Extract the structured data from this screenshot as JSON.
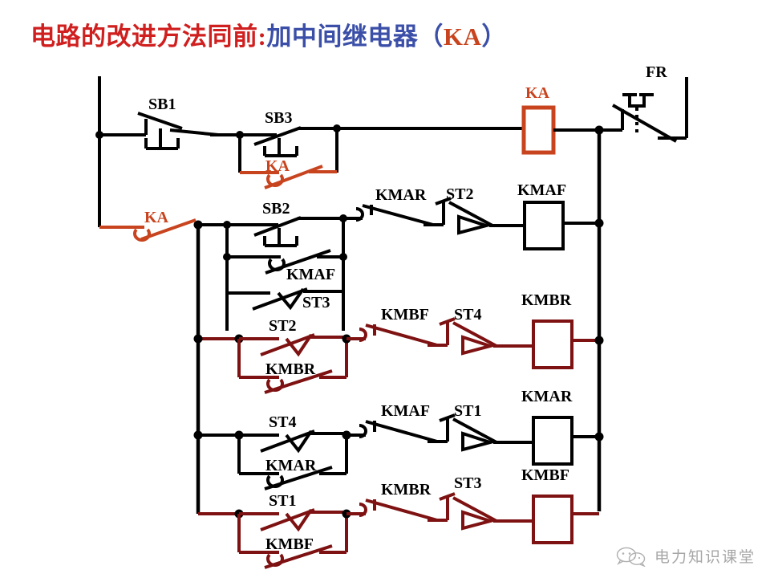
{
  "title": {
    "part1": "电路的改进方法同前:",
    "part2": "加中间继电器（",
    "part3": "KA",
    "part4": "）",
    "color1": "#d01f1f",
    "color2": "#3b4fa8",
    "color3": "#c8441f"
  },
  "colors": {
    "black": "#000000",
    "orange": "#c8441f",
    "darkred": "#7e1111",
    "title_red": "#d01f1f",
    "title_blue": "#3b4fa8"
  },
  "rungs": [
    {
      "id": "rung-1",
      "color": "#000000",
      "elements": [
        {
          "name": "sb1-nc-pushbutton",
          "label": "SB1",
          "type": "nc-pushbutton"
        },
        {
          "name": "sb3-no-pushbutton",
          "label": "SB3",
          "type": "no-pushbutton"
        },
        {
          "name": "ka-no-contact-seal",
          "label": "KA",
          "type": "no-contact",
          "color": "#c8441f"
        },
        {
          "name": "ka-coil",
          "label": "KA",
          "type": "coil",
          "color": "#c8441f"
        },
        {
          "name": "fr-thermal-overload",
          "label": "FR",
          "type": "thermal-overload-nc"
        }
      ]
    },
    {
      "id": "rung-2",
      "color": "#000000",
      "elements": [
        {
          "name": "ka-no-contact-branch",
          "label": "KA",
          "type": "no-contact",
          "color": "#c8441f"
        },
        {
          "name": "sb2-no-pushbutton",
          "label": "SB2",
          "type": "no-pushbutton"
        },
        {
          "name": "kmaf-no-contact-seal",
          "label": "KMAF",
          "type": "no-contact"
        },
        {
          "name": "st3-no-limit-switch",
          "label": "ST3",
          "type": "no-limit-switch"
        },
        {
          "name": "kmar-nc-contact",
          "label": "KMAR",
          "type": "nc-contact"
        },
        {
          "name": "st2-nc-limit-switch",
          "label": "ST2",
          "type": "nc-limit-switch"
        },
        {
          "name": "kmaf-coil",
          "label": "KMAF",
          "type": "coil"
        }
      ]
    },
    {
      "id": "rung-3",
      "color": "#7e1111",
      "elements": [
        {
          "name": "st2-no-limit-switch",
          "label": "ST2",
          "type": "no-limit-switch"
        },
        {
          "name": "kmbr-no-contact-seal",
          "label": "KMBR",
          "type": "no-contact"
        },
        {
          "name": "kmbf-nc-contact",
          "label": "KMBF",
          "type": "nc-contact"
        },
        {
          "name": "st4-nc-limit-switch",
          "label": "ST4",
          "type": "nc-limit-switch"
        },
        {
          "name": "kmbr-coil",
          "label": "KMBR",
          "type": "coil"
        }
      ]
    },
    {
      "id": "rung-4",
      "color": "#000000",
      "elements": [
        {
          "name": "st4-no-limit-switch",
          "label": "ST4",
          "type": "no-limit-switch"
        },
        {
          "name": "kmar-no-contact-seal",
          "label": "KMAR",
          "type": "no-contact"
        },
        {
          "name": "kmaf-nc-contact",
          "label": "KMAF",
          "type": "nc-contact"
        },
        {
          "name": "st1-nc-limit-switch",
          "label": "ST1",
          "type": "nc-limit-switch"
        },
        {
          "name": "kmar-coil",
          "label": "KMAR",
          "type": "coil"
        }
      ]
    },
    {
      "id": "rung-5",
      "color": "#7e1111",
      "elements": [
        {
          "name": "st1-no-limit-switch",
          "label": "ST1",
          "type": "no-limit-switch"
        },
        {
          "name": "kmbf-no-contact-seal",
          "label": "KMBF",
          "type": "no-contact"
        },
        {
          "name": "kmbr-nc-contact",
          "label": "KMBR",
          "type": "nc-contact"
        },
        {
          "name": "st3-nc-limit-switch",
          "label": "ST3",
          "type": "nc-limit-switch"
        },
        {
          "name": "kmbf-coil",
          "label": "KMBF",
          "type": "coil"
        }
      ]
    }
  ],
  "labels": {
    "sb1": "SB1",
    "sb2": "SB2",
    "sb3": "SB3",
    "ka_seal_r1": "KA",
    "ka_branch_r2": "KA",
    "ka_coil": "KA",
    "fr": "FR",
    "kmaf_seal_r2": "KMAF",
    "st3_r2": "ST3",
    "kmar_nc_r2": "KMAR",
    "st2_nc_r2": "ST2",
    "kmaf_coil": "KMAF",
    "st2_r3": "ST2",
    "kmbr_seal_r3": "KMBR",
    "kmbf_nc_r3": "KMBF",
    "st4_nc_r3": "ST4",
    "kmbr_coil": "KMBR",
    "st4_r4": "ST4",
    "kmar_seal_r4": "KMAR",
    "kmaf_nc_r4": "KMAF",
    "st1_nc_r4": "ST1",
    "kmar_coil": "KMAR",
    "st1_r5": "ST1",
    "kmbf_seal_r5": "KMBF",
    "kmbr_nc_r5": "KMBR",
    "st3_nc_r5": "ST3",
    "kmbf_coil": "KMBF"
  },
  "watermark": {
    "text": "电力知识课堂",
    "icon": "wechat-bubble-icon"
  }
}
